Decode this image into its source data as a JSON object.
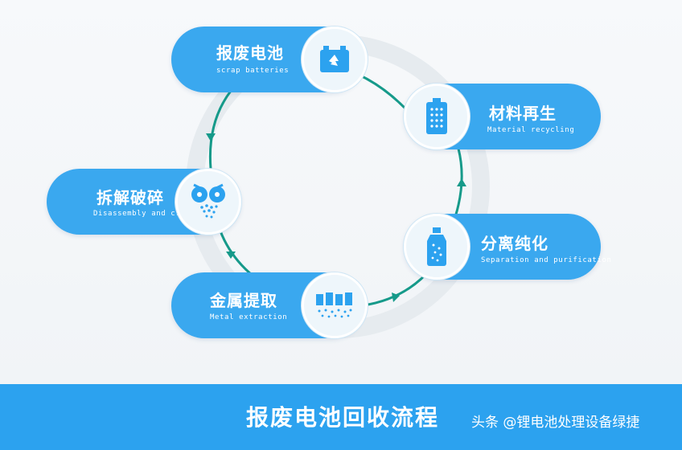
{
  "steps": [
    {
      "id": "scrap",
      "title": "报废电池",
      "subtitle": "scrap batteries",
      "icon": "recycle-battery-icon"
    },
    {
      "id": "recycle",
      "title": "材料再生",
      "subtitle": "Material recycling",
      "icon": "cell-battery-icon"
    },
    {
      "id": "dismantle",
      "title": "拆解破碎",
      "subtitle": "Disassembly and crus",
      "icon": "crusher-icon"
    },
    {
      "id": "purify",
      "title": "分离纯化",
      "subtitle": "Separation and purification",
      "icon": "bottle-icon"
    },
    {
      "id": "extract",
      "title": "金属提取",
      "subtitle": "Metal extraction",
      "icon": "extraction-icon"
    }
  ],
  "footer": {
    "title": "报废电池回收流程",
    "watermark": "头条 @锂电池处理设备绿捷"
  },
  "colors": {
    "pill": "#3aa8ef",
    "arrow": "#169a8a",
    "footer": "#2ca2ef",
    "icon": "#2ca2ef"
  }
}
